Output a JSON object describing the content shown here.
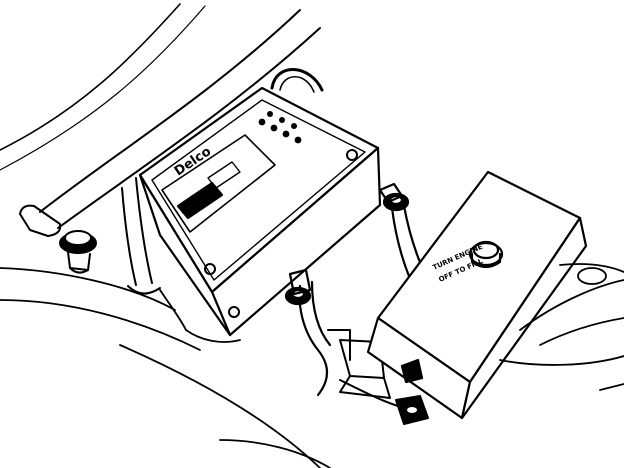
{
  "illustration": {
    "subject": "battery-installed-in-engine-compartment",
    "line_color": "#000000",
    "background_color": "#ffffff",
    "labels": {
      "battery_brand": "Delco",
      "reservoir_line1": "TURN ENGINE",
      "reservoir_line2": "OFF TO FILL"
    }
  }
}
